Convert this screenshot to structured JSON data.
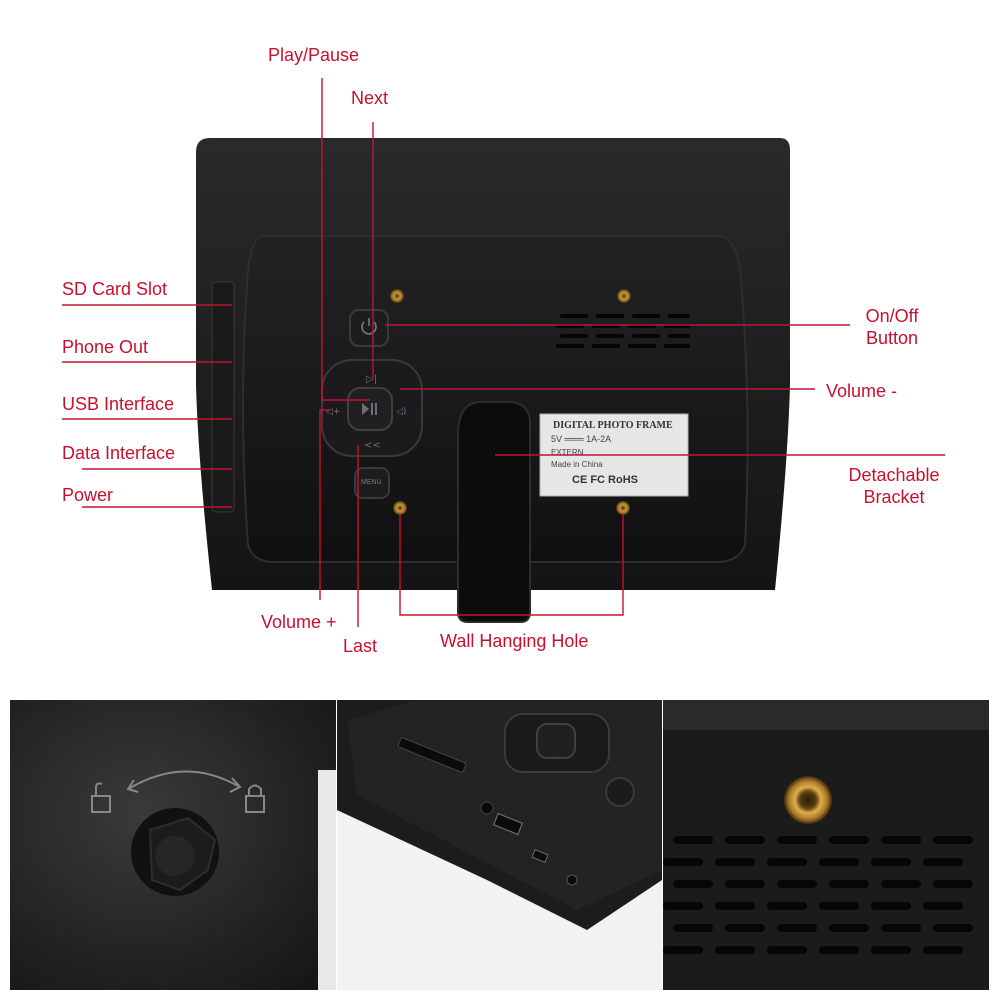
{
  "colors": {
    "label": "#c8102e",
    "line": "#c8102e",
    "frame": "#1c1c1e"
  },
  "callouts": {
    "play_pause": "Play/Pause",
    "next": "Next",
    "sd_card_slot": "SD Card Slot",
    "phone_out": "Phone Out",
    "usb_interface": "USB Interface",
    "data_interface": "Data Interface",
    "power": "Power",
    "on_off": [
      "On/Off",
      "Button"
    ],
    "volume_minus": "Volume -",
    "detachable_bracket": [
      "Detachable",
      "Bracket"
    ],
    "volume_plus": "Volume +",
    "last": "Last",
    "wall_hanging_hole": "Wall Hanging Hole"
  },
  "label_sticker": {
    "title": "DIGITAL PHOTO FRAME",
    "power_rating": "5V ═══ 1A-2A",
    "extern": "EXTERN",
    "origin": "Made in China",
    "marks": "CE  FC  RoHS"
  },
  "buttons": {
    "menu": "MENU"
  },
  "icons": [
    "power-icon",
    "play-pause-icon",
    "next-icon",
    "last-icon",
    "volume-minus-icon",
    "volume-plus-icon",
    "lock-icon",
    "unlock-icon",
    "rotate-arrow-icon"
  ]
}
